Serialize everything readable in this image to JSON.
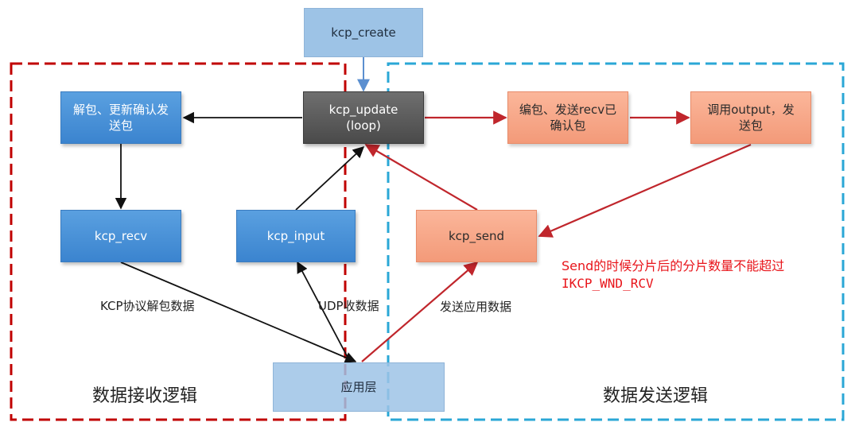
{
  "nodes": {
    "kcp_create": "kcp_create",
    "kcp_update": "kcp_update\n(loop)",
    "unpack_update_ack": "解包、更新确认发\n送包",
    "kcp_recv": "kcp_recv",
    "kcp_input": "kcp_input",
    "kcp_send": "kcp_send",
    "pack_send_recv_ack": "编包、发送recv已\n确认包",
    "call_output": "调用output，发\n送包",
    "app_layer": "应用层"
  },
  "edge_labels": {
    "kcp_unpack_data": "KCP协议解包数据",
    "udp_receive_data": "UDP收数据",
    "send_app_data": "发送应用数据"
  },
  "regions": {
    "receive_logic": "数据接收逻辑",
    "send_logic": "数据发送逻辑"
  },
  "note": {
    "line1": "Send的时候分片后的分片数量不能超过",
    "line2": "IKCP_WND_RCV"
  },
  "colors": {
    "receive_region_border": "#c00000",
    "send_region_border": "#2aa7d6",
    "black_arrow": "#111111",
    "red_arrow": "#c0262c",
    "note_text": "#e8141a"
  }
}
